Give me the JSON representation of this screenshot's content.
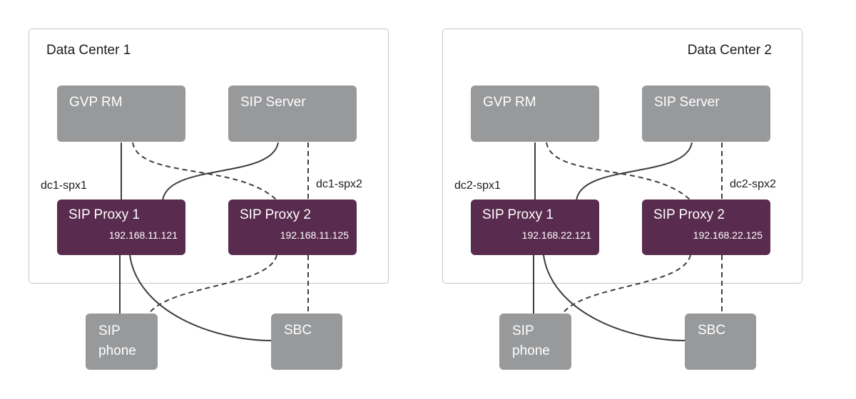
{
  "colors": {
    "node_gray": "#98999b",
    "node_purple": "#592b4e",
    "frame_border": "#c3c6c8",
    "connector": "#3d3d3d",
    "node_text": "#ffffff",
    "label_text": "#1b1b1b"
  },
  "datacenters": [
    {
      "title": "Data Center 1",
      "nodes": {
        "gvp_rm": {
          "label": "GVP RM"
        },
        "sip_server": {
          "label": "SIP Server"
        },
        "proxy1": {
          "label": "SIP Proxy 1",
          "ip": "192.168.11.121",
          "hostname": "dc1-spx1"
        },
        "proxy2": {
          "label": "SIP Proxy 2",
          "ip": "192.168.11.125",
          "hostname": "dc1-spx2"
        },
        "sip_phone": {
          "label": "SIP phone"
        },
        "sbc": {
          "label": "SBC"
        }
      }
    },
    {
      "title": "Data Center 2",
      "nodes": {
        "gvp_rm": {
          "label": "GVP RM"
        },
        "sip_server": {
          "label": "SIP Server"
        },
        "proxy1": {
          "label": "SIP Proxy 1",
          "ip": "192.168.22.121",
          "hostname": "dc2-spx1"
        },
        "proxy2": {
          "label": "SIP Proxy 2",
          "ip": "192.168.22.125",
          "hostname": "dc2-spx2"
        },
        "sip_phone": {
          "label": "SIP phone"
        },
        "sbc": {
          "label": "SBC"
        }
      }
    }
  ]
}
